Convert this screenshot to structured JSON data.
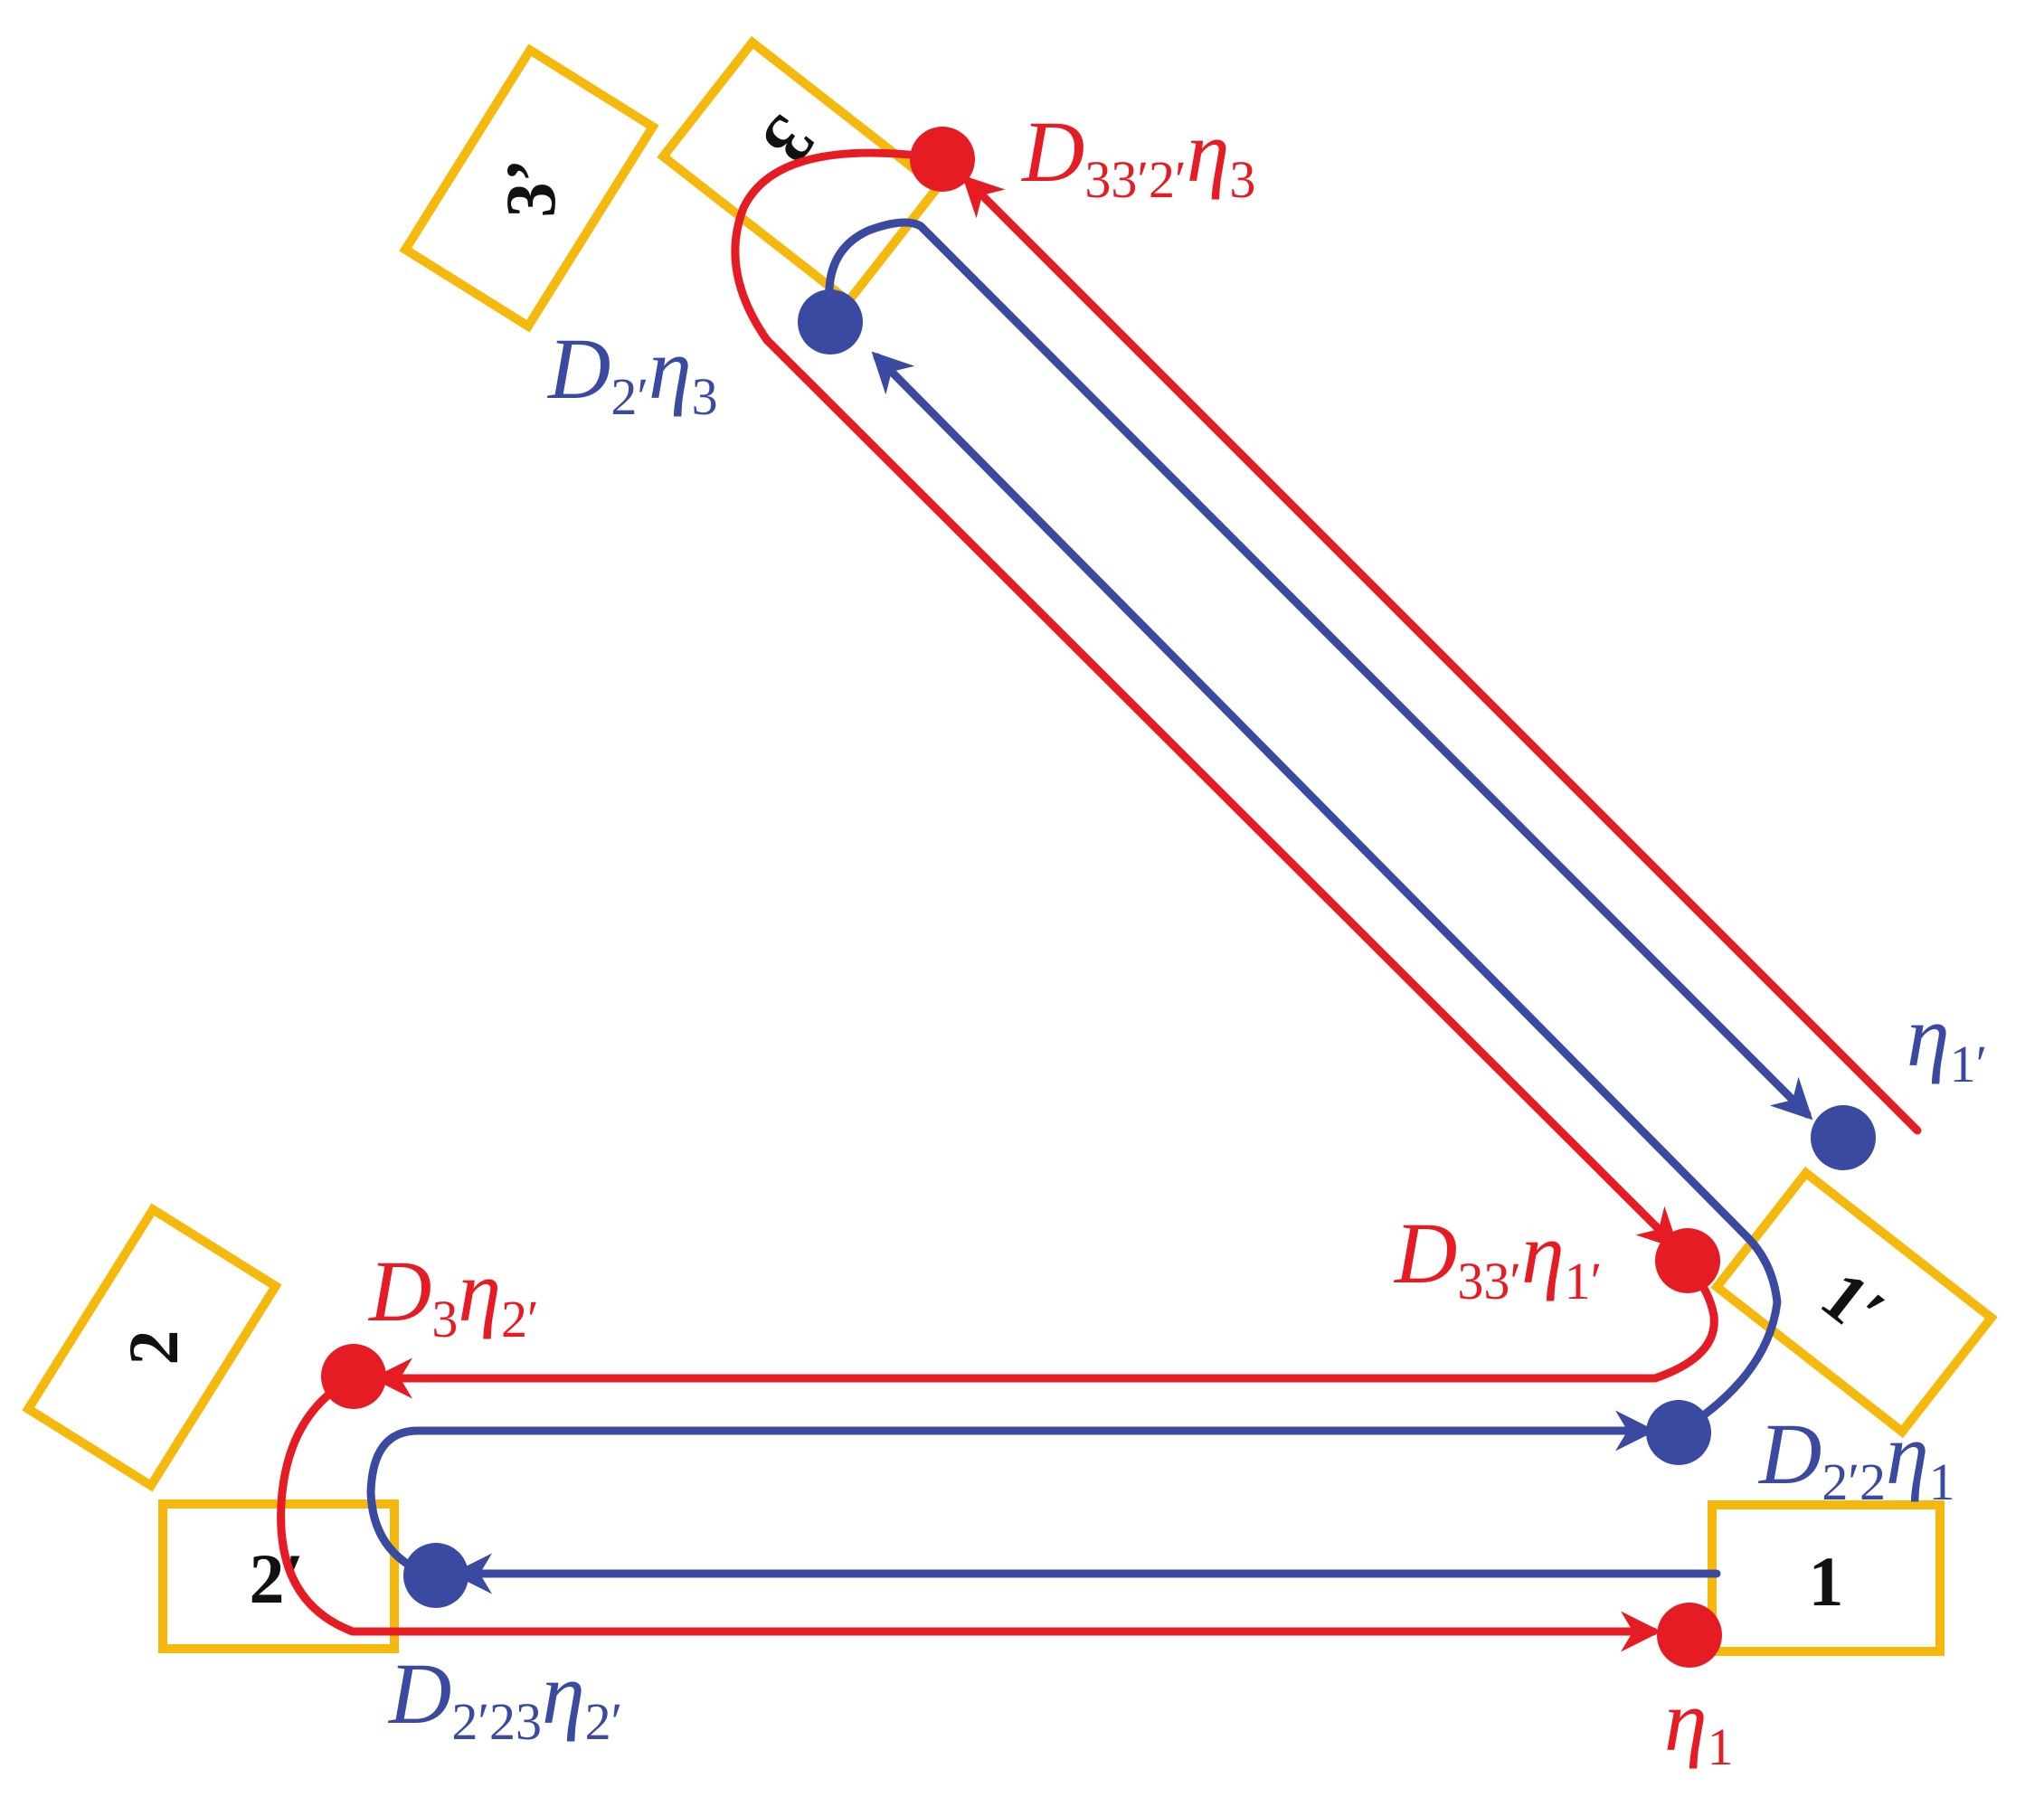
{
  "colors": {
    "box": "#f5b90e",
    "red": "#e61c24",
    "blue": "#3a4aa0",
    "text_dark": "#111111"
  },
  "boxes": {
    "b1": "1",
    "b1p": "1′",
    "b2": "2",
    "b2p": "2′",
    "b3": "3",
    "b3p": "3’"
  },
  "labels": {
    "eta1": {
      "main": "η",
      "sub": "1"
    },
    "eta1p": {
      "main": "η",
      "sub": "1′"
    },
    "d2p2_eta1": {
      "d": "D",
      "dsub": "2′2",
      "main": "η",
      "sub": "1"
    },
    "d33p_eta1p": {
      "d": "D",
      "dsub": "33′",
      "main": "η",
      "sub": "1′"
    },
    "d3_eta2p": {
      "d": "D",
      "dsub": "3",
      "main": "η",
      "sub": "2′"
    },
    "d2p23_eta2p": {
      "d": "D",
      "dsub": "2′23",
      "main": "η",
      "sub": "2′"
    },
    "d2p_eta3": {
      "d": "D",
      "dsub": "2′",
      "main": "η",
      "sub": "3"
    },
    "d33p2p_eta3": {
      "d": "D",
      "dsub": "33′2′",
      "main": "η",
      "sub": "3"
    }
  }
}
